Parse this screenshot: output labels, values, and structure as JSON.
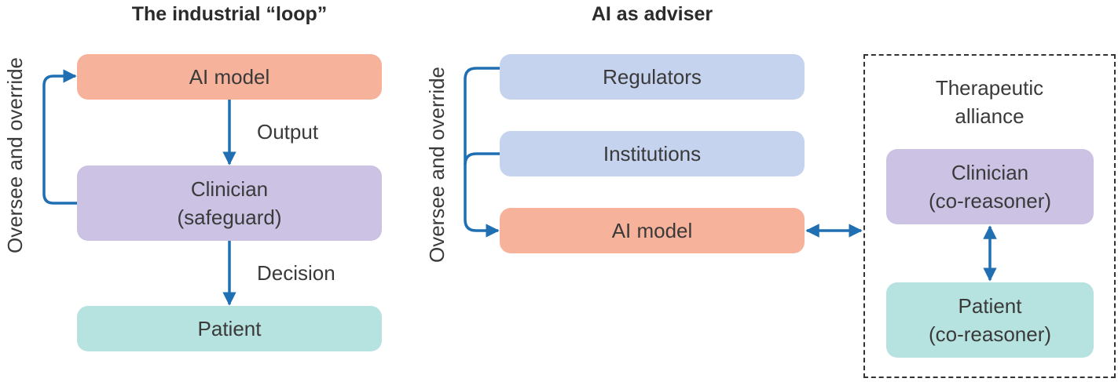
{
  "left_panel": {
    "title": "The industrial “loop”",
    "ai_model": "AI model",
    "output_label": "Output",
    "clinician_line1": "Clinician",
    "clinician_line2": "(safeguard)",
    "decision_label": "Decision",
    "patient": "Patient",
    "oversee_label": "Oversee and override"
  },
  "right_panel": {
    "title": "AI as adviser",
    "regulators": "Regulators",
    "institutions": "Institutions",
    "ai_model": "AI model",
    "oversee_label": "Oversee and override",
    "alliance_line1": "Therapeutic",
    "alliance_line2": "alliance",
    "clinician_line1": "Clinician",
    "clinician_line2": "(co-reasoner)",
    "patient_line1": "Patient",
    "patient_line2": "(co-reasoner)"
  },
  "colors": {
    "arrow": "#1f6fb2",
    "ai_model": "#f7b29b",
    "clinician": "#cbc2e4",
    "patient": "#b6e2df",
    "institution": "#c5d3ee"
  }
}
